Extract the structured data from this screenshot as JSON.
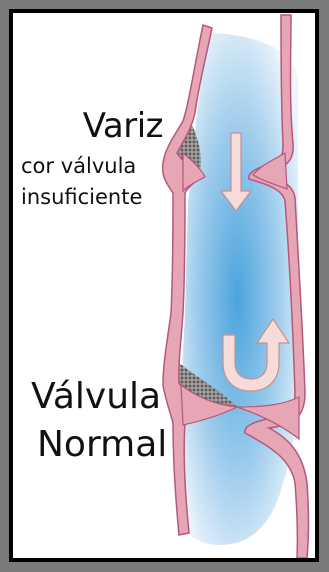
{
  "labels": {
    "top_title": "Variz",
    "top_sub_line1": "cor válvula",
    "top_sub_line2": "insuficiente",
    "bottom_line1": "Válvula",
    "bottom_line2": "Normal"
  },
  "colors": {
    "frame": "#7a7a7a",
    "wall": "#e7a6b6",
    "wall_stroke": "#b5587a",
    "blood_center": "#4aa4dd",
    "blood_edge": "#e9f4fb",
    "arrow_fill": "#f5dcd8",
    "arrow_stroke": "#c98e92",
    "clot": "#6b6b6b"
  },
  "icons": {
    "down_arrow": "down-arrow-icon",
    "u_turn_arrow": "u-turn-arrow-icon"
  }
}
